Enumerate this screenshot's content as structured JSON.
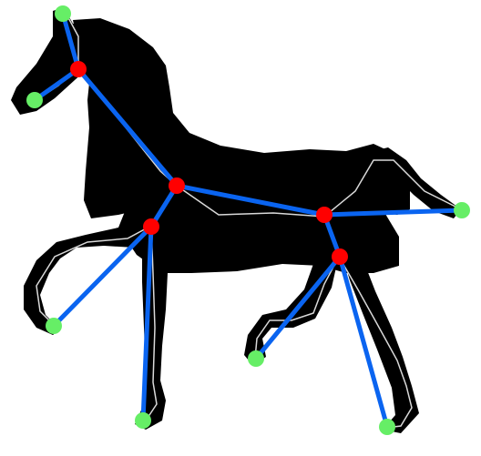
{
  "figure": {
    "background_color": "#ffffff",
    "silhouette_color": "#000000",
    "medial_line_color": "#d9d9d9",
    "bone_color": "#0a64f0",
    "joint_color": "#ff0000",
    "endpoint_color": "#66ee66"
  },
  "skeleton": {
    "joints": [
      "neck",
      "withers",
      "front-hip",
      "back",
      "hip"
    ],
    "endpoints": [
      "ear",
      "muzzle",
      "front-hoof-left",
      "front-hoof-right",
      "tail-tip",
      "hind-hoof-left",
      "hind-hoof-right"
    ],
    "bones": [
      [
        "ear",
        "neck"
      ],
      [
        "muzzle",
        "neck"
      ],
      [
        "neck",
        "withers"
      ],
      [
        "withers",
        "front-hip"
      ],
      [
        "front-hip",
        "front-hoof-left"
      ],
      [
        "front-hip",
        "front-hoof-right"
      ],
      [
        "withers",
        "back"
      ],
      [
        "back",
        "tail-tip"
      ],
      [
        "back",
        "hip"
      ],
      [
        "hip",
        "hind-hoof-left"
      ],
      [
        "hip",
        "hind-hoof-right"
      ]
    ]
  }
}
